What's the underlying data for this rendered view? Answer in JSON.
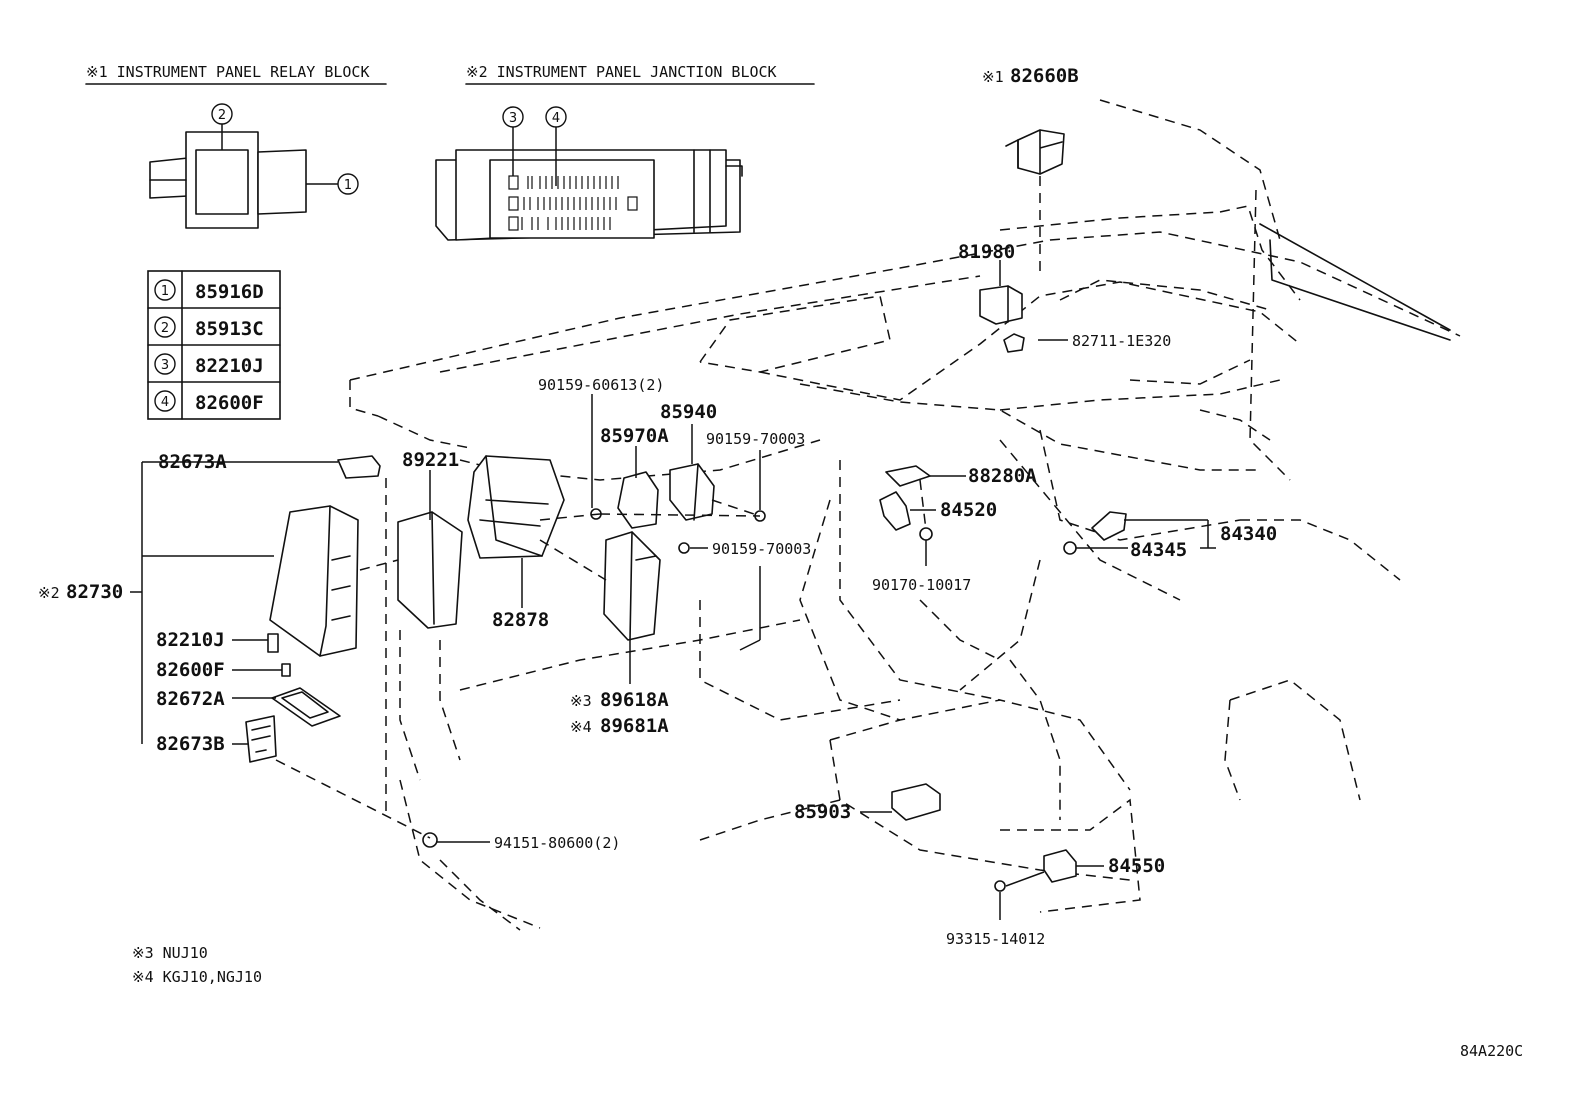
{
  "headers": {
    "relay_block": "※1 INSTRUMENT PANEL RELAY BLOCK",
    "junction_block": "※2 INSTRUMENT PANEL JANCTION BLOCK"
  },
  "legend": [
    {
      "num": "1",
      "part": "85916D"
    },
    {
      "num": "2",
      "part": "85913C"
    },
    {
      "num": "3",
      "part": "82210J"
    },
    {
      "num": "4",
      "part": "82600F"
    }
  ],
  "callouts": {
    "c1": "1",
    "c2": "2",
    "c3": "3",
    "c4": "4"
  },
  "labels": {
    "p82660B": "82660B",
    "p82660B_mark": "※1",
    "p81980": "81980",
    "p82711": "82711-1E320",
    "p90159_60613": "90159-60613(2)",
    "p85940": "85940",
    "p85970A": "85970A",
    "p90159_70003_a": "90159-70003",
    "p89221": "89221",
    "p82673A": "82673A",
    "p82730": "82730",
    "p82730_mark": "※2",
    "p82210J": "82210J",
    "p82600F": "82600F",
    "p82672A": "82672A",
    "p82673B": "82673B",
    "p82878": "82878",
    "p90159_70003_b": "90159-70003",
    "p89618A": "89618A",
    "p89618A_mark": "※3",
    "p89681A": "89681A",
    "p89681A_mark": "※4",
    "p88280A": "88280A",
    "p84520": "84520",
    "p84340": "84340",
    "p84345": "84345",
    "p90170": "90170-10017",
    "p85903": "85903",
    "p84550": "84550",
    "p94151": "94151-80600(2)",
    "p93315": "93315-14012"
  },
  "footnotes": {
    "n3": "※3 NUJ10",
    "n4": "※4 KGJ10,NGJ10"
  },
  "diagram_code": "84A220C"
}
